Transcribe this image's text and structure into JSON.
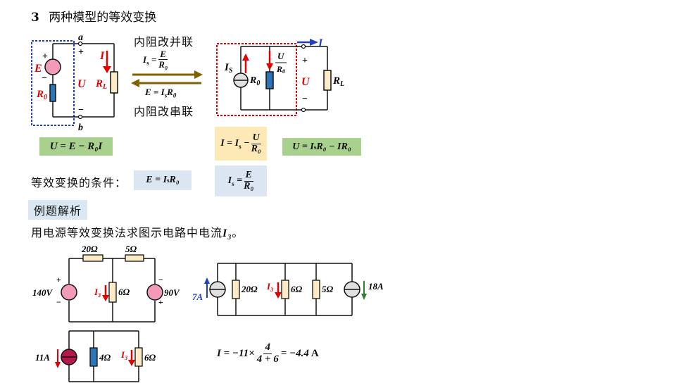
{
  "section_title": {
    "number": "3",
    "text": "两种模型的等效变换"
  },
  "model": {
    "arrow_top_label": "内阻改并联",
    "arrow_bottom_label": "内阻改串联",
    "top_formula_lhs": "I",
    "top_formula_sub": "s",
    "top_formula_num": "E",
    "top_formula_den": "R",
    "top_formula_den_sub": "0",
    "bottom_formula": "E = I",
    "bottom_formula_sub": "s",
    "bottom_formula_tail": "R",
    "bottom_formula_tail_sub": "0",
    "left_node_a": "a",
    "left_node_b": "b",
    "plus": "+",
    "minus": "−",
    "label_E": "E",
    "label_R": "R",
    "label_0": "0",
    "label_U": "U",
    "label_I": "I",
    "label_RL": "R",
    "label_L": "L",
    "label_IS": "I",
    "label_S": "S",
    "frac_U": "U",
    "frac_R": "R"
  },
  "formulas": {
    "voltage_model": "U = E − R₀I",
    "current_model_lhs": "I = I",
    "current_model_sub": "s",
    "current_model_minus": " − ",
    "current_model_num": "U",
    "current_model_den": "R₀",
    "current_model_rhs": "U = I",
    "current_model_rhs_sub": "s",
    "current_model_rhs_tail": "R₀ − IR₀",
    "condition_label": "等效变换的条件：",
    "condition_eq": "E = I",
    "condition_sub": "s",
    "condition_tail": "R₀",
    "is_lhs": "I",
    "is_sub": "s",
    "is_eq": " = ",
    "is_num": "E",
    "is_den": "R₀"
  },
  "example": {
    "tag": "例题解析",
    "problem": "用电源等效变换法求图示电路中电流",
    "problem_var": "I",
    "problem_sub": "3",
    "problem_end": "。",
    "c1": {
      "r_top1": "20Ω",
      "r_top2": "5Ω",
      "v_left": "140V",
      "v_right": "90V",
      "i3": "I",
      "i3_sub": "3",
      "r_mid": "6Ω"
    },
    "c2": {
      "i_left": "7A",
      "r1": "20Ω",
      "i3": "I",
      "i3_sub": "3",
      "r2": "6Ω",
      "r3": "5Ω",
      "i_right": "18A"
    },
    "c3": {
      "i_left": "11A",
      "r1": "4Ω",
      "i3": "I",
      "i3_sub": "3",
      "r2": "6Ω"
    },
    "result_lhs": "I = −11×",
    "result_num": "4",
    "result_den": "4 + 6",
    "result_rhs": "= −4.4",
    "result_unit": " A"
  },
  "colors": {
    "green_box": "#a9d18e",
    "yellow_box": "#fde9b6",
    "blue_box": "#dce6f2",
    "tag_box": "#d9e8f3",
    "arrow": "#806000",
    "red": "#e00000",
    "blue": "#1f3fbf",
    "pink": "#f29ab6",
    "resistor": "#fdebc8",
    "blue_res": "#2e75b6"
  }
}
